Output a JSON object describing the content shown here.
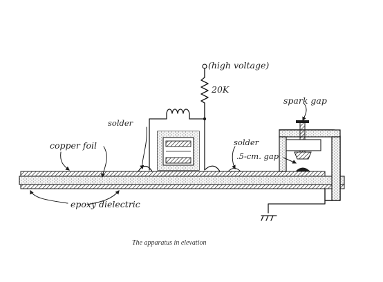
{
  "labels": {
    "high_voltage": "(high voltage)",
    "resistor": "20K",
    "spark_gap": "spark gap",
    "solder_left": "solder",
    "solder_right": "solder",
    "gap": ".5-cm. gap",
    "copper_foil": "copper foil",
    "epoxy": "epoxy dielectric"
  },
  "caption": "The apparatus in elevation",
  "colors": {
    "ink": "#1c1c1c",
    "paper": "#ffffff"
  }
}
